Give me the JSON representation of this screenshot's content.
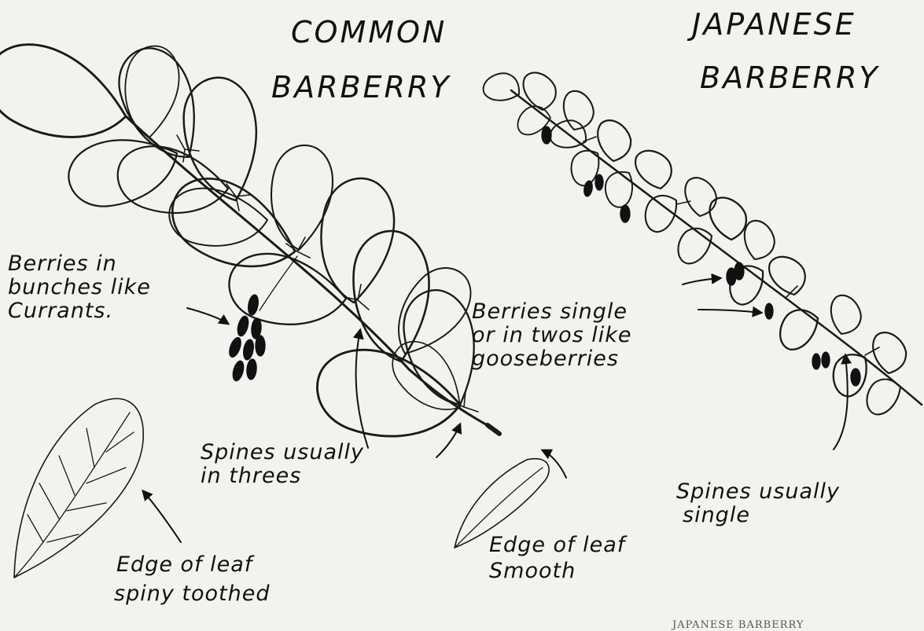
{
  "titles": {
    "common": [
      "COMMON",
      "BARBERRY"
    ],
    "japanese": [
      "JAPANESE",
      "BARBERRY"
    ]
  },
  "annotations": {
    "berries_common": [
      "Berries in",
      "bunches like",
      "Currants."
    ],
    "berries_japanese": [
      "Berries single",
      "or in twos like",
      "gooseberries"
    ],
    "spines_common": [
      "Spines usually",
      "in threes"
    ],
    "spines_japanese": [
      "Spines usually",
      "single"
    ],
    "leaf_common": [
      "Edge of leaf",
      "spiny toothed"
    ],
    "leaf_japanese": [
      "Edge of leaf",
      "Smooth"
    ]
  },
  "caption": "JAPANESE BARBERRY"
}
